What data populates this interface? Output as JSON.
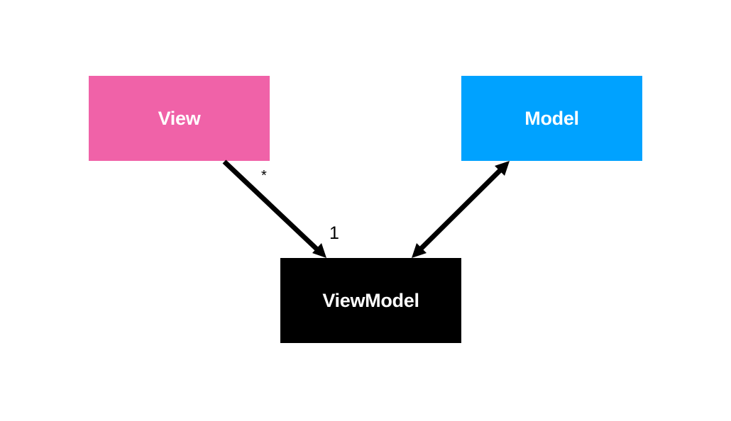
{
  "nodes": {
    "view": {
      "label": "View",
      "color": "#F062A8"
    },
    "model": {
      "label": "Model",
      "color": "#00A2FF"
    },
    "viewmodel": {
      "label": "ViewModel",
      "color": "#000000"
    }
  },
  "edges": {
    "view_to_viewmodel": {
      "source_multiplicity": "*",
      "target_multiplicity": "1",
      "direction": "view-to-viewmodel"
    },
    "viewmodel_model": {
      "direction": "bidirectional"
    }
  },
  "colors": {
    "background": "#FFFFFF",
    "edge": "#000000",
    "node_text": "#FFFFFF"
  }
}
